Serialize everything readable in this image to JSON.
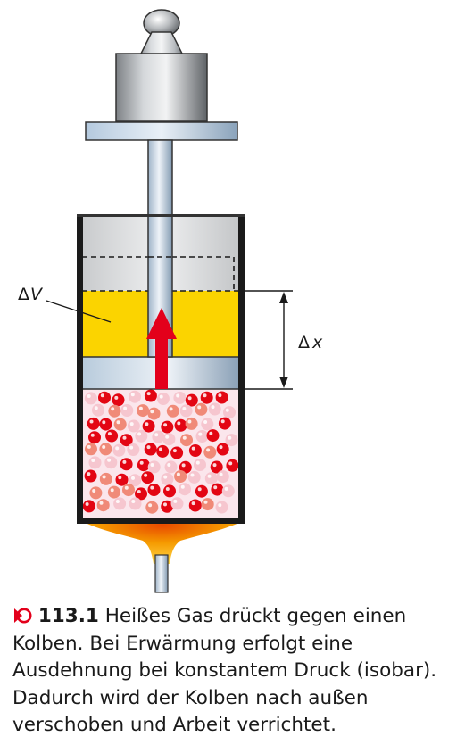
{
  "labels": {
    "delta_v_symbol": "Δ",
    "delta_v_var": "V",
    "delta_x_symbol": "Δ",
    "delta_x_var": "x"
  },
  "caption": {
    "number": "113.1",
    "text": " Heißes Gas drückt gegen einen Kolben. Bei Erwärmung erfolgt eine Ausdehnung bei konstantem Druck (isobar). Dadurch wird der Kolben nach außen verschoben und Arbeit verrichtet."
  },
  "colors": {
    "gas_volume": "#fbd400",
    "arrow": "#e3001b",
    "flame": "#f7b500",
    "particle_red": "#e30613",
    "particle_salmon": "#f08a78",
    "particle_pink": "#f6c6cf"
  }
}
